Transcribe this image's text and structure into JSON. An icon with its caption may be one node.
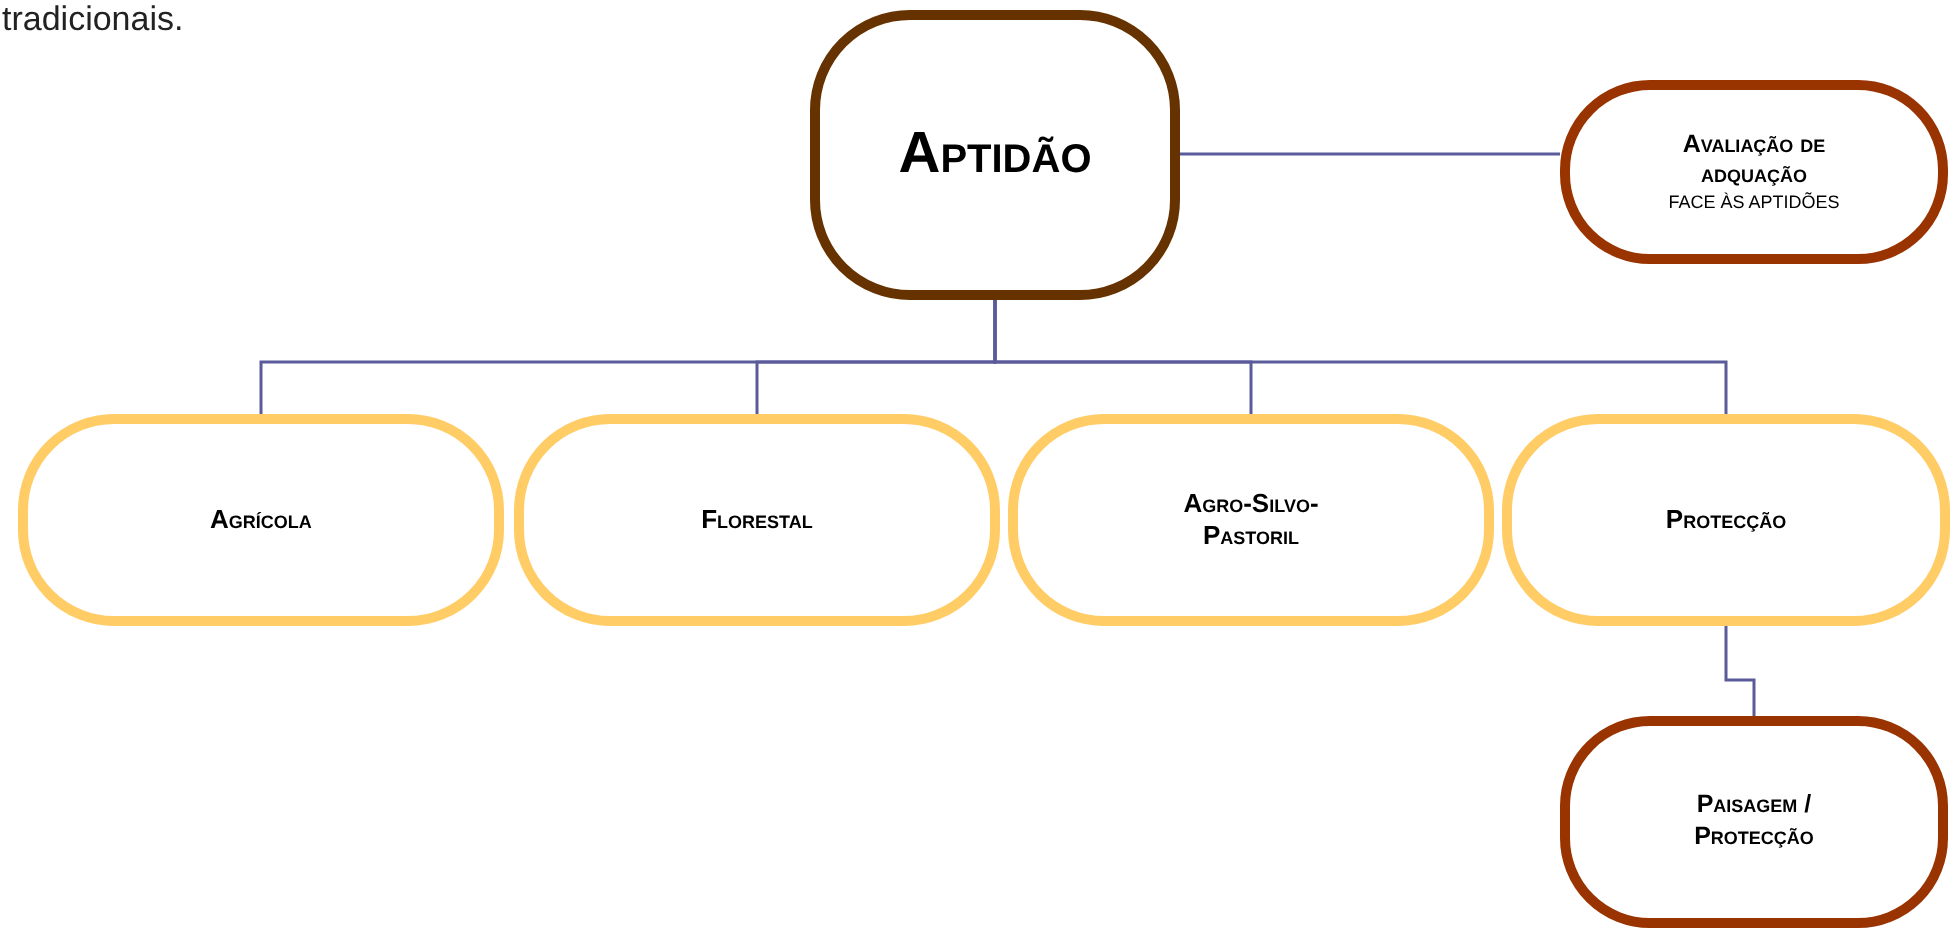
{
  "diagram": {
    "nodes": [
      {
        "text": [
          "Aptidão"
        ]
      },
      {
        "text": [
          "Avaliação de adquação",
          "FACE ÀS APTIDÕES"
        ]
      },
      {
        "text": [
          "Agrícola"
        ]
      },
      {
        "text": [
          "Florestal"
        ]
      },
      {
        "text": [
          "Agro-Silvo-Pastoril"
        ]
      },
      {
        "text": [
          "Protecção"
        ]
      },
      {
        "text": [
          "Paisagem / Protecção"
        ]
      }
    ],
    "edges": [
      {
        "from": 0,
        "to": 1,
        "arrow": "none"
      },
      {
        "from": 0,
        "to": 2,
        "arrow": "none"
      },
      {
        "from": 0,
        "to": 3,
        "arrow": "none"
      },
      {
        "from": 0,
        "to": 4,
        "arrow": "none"
      },
      {
        "from": 0,
        "to": 5,
        "arrow": "none"
      },
      {
        "from": 5,
        "to": 6,
        "arrow": "none"
      }
    ],
    "labels": [
      "tradicionais."
    ]
  }
}
